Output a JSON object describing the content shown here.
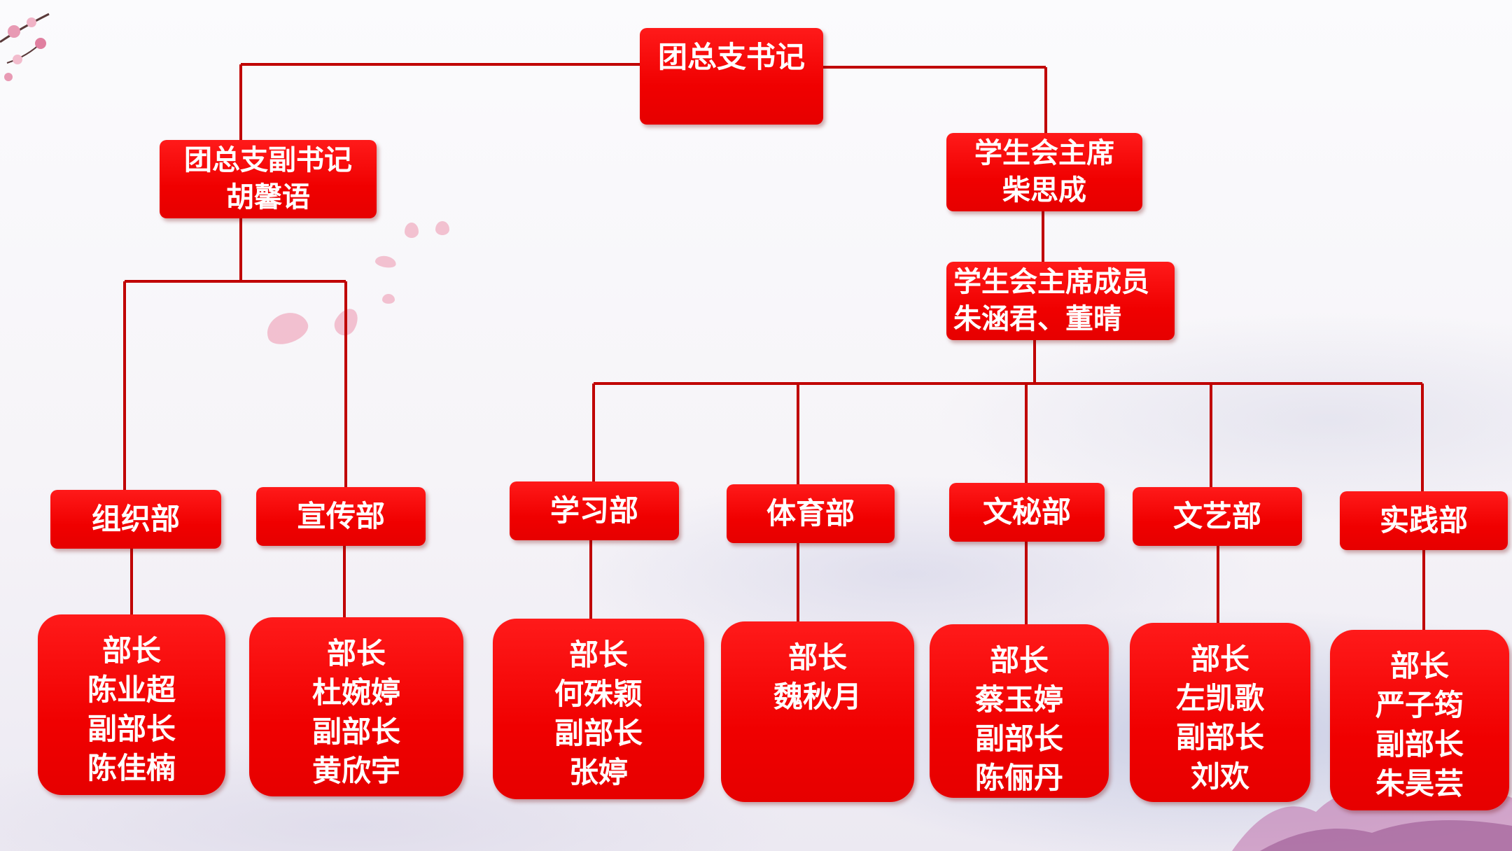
{
  "colors": {
    "box": "#ee0000",
    "line": "#c00000",
    "text": "#ffffff"
  },
  "top": {
    "title": "团总支书记"
  },
  "deputy": {
    "title": "团总支副书记",
    "name": "胡馨语"
  },
  "chair": {
    "title": "学生会主席",
    "name": "柴思成"
  },
  "members": {
    "title": "学生会主席成员",
    "names": "朱涵君、董晴"
  },
  "departments": [
    {
      "name": "组织部",
      "leader": [
        "部长",
        "陈业超",
        "副部长",
        "陈佳楠"
      ]
    },
    {
      "name": "宣传部",
      "leader": [
        "部长",
        "杜婉婷",
        "副部长",
        "黄欣宇"
      ]
    },
    {
      "name": "学习部",
      "leader": [
        "部长",
        "何殊颖",
        "副部长",
        "张婷"
      ]
    },
    {
      "name": "体育部",
      "leader": [
        "部长",
        "魏秋月"
      ]
    },
    {
      "name": "文秘部",
      "leader": [
        "部长",
        "蔡玉婷",
        "副部长",
        "陈俪丹"
      ]
    },
    {
      "name": "文艺部",
      "leader": [
        "部长",
        "左凯歌",
        "副部长",
        "刘欢"
      ]
    },
    {
      "name": "实践部",
      "leader": [
        "部长",
        "严子筠",
        "副部长",
        "朱昊芸"
      ]
    }
  ]
}
